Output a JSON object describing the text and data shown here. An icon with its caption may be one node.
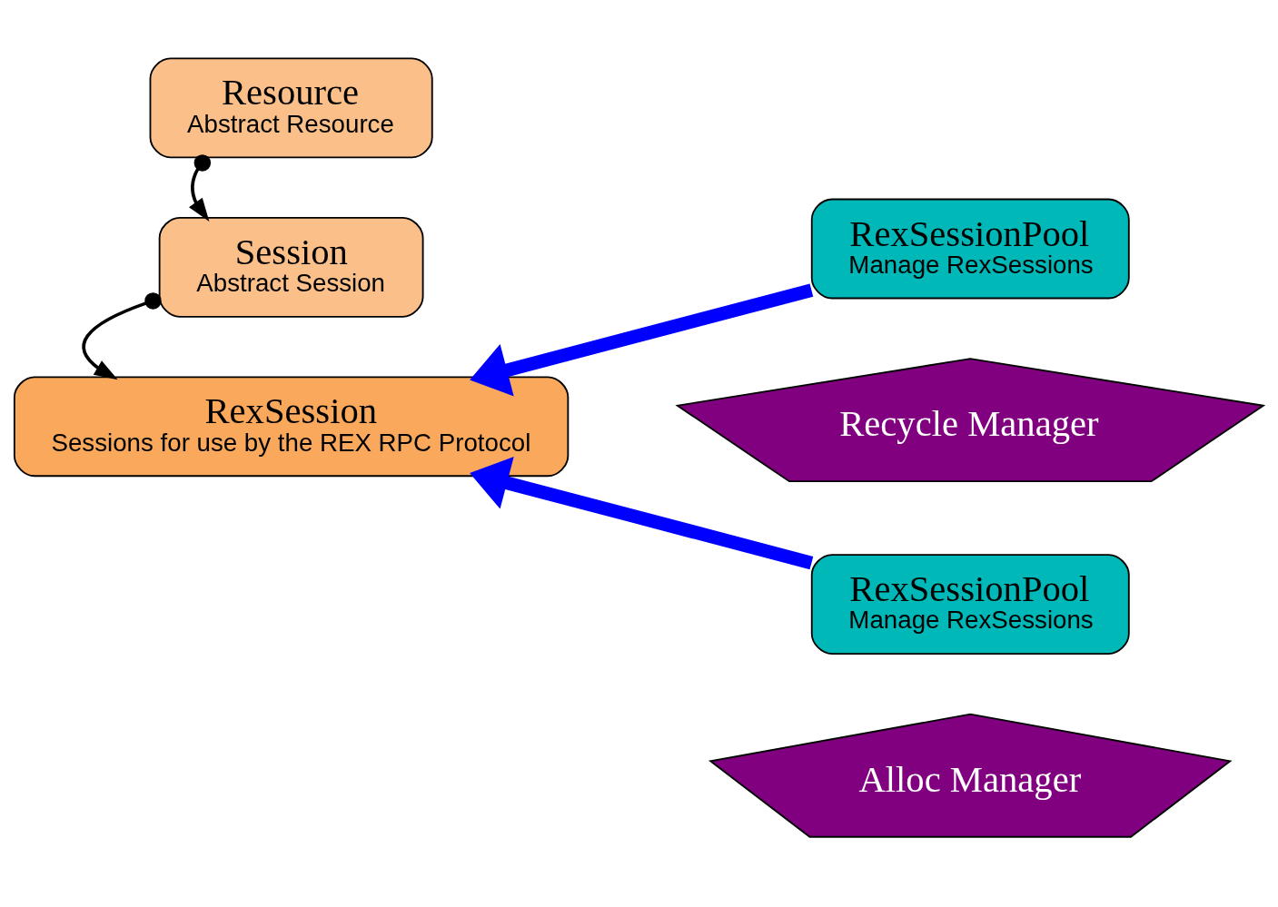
{
  "diagram": {
    "nodes": [
      {
        "text": [
          "Resource",
          "Abstract Resource"
        ]
      },
      {
        "text": [
          "Session",
          "Abstract Session"
        ]
      },
      {
        "text": [
          "RexSession",
          "Sessions for use by the REX RPC Protocol"
        ]
      },
      {
        "text": [
          "RexSessionPool",
          "Manage RexSessions"
        ]
      },
      {
        "text": [
          "Recycle Manager"
        ]
      },
      {
        "text": [
          "RexSessionPool",
          "Manage RexSessions"
        ]
      },
      {
        "text": [
          "Alloc Manager"
        ]
      }
    ],
    "edges": [
      {
        "from": 0,
        "to": 1,
        "arrow": "to"
      },
      {
        "from": 1,
        "to": 2,
        "arrow": "to"
      },
      {
        "from": 3,
        "to": 2,
        "arrow": "to",
        "style": "thick",
        "color": "#0000ff"
      },
      {
        "from": 5,
        "to": 2,
        "arrow": "to",
        "style": "thick",
        "color": "#0000ff"
      }
    ]
  }
}
